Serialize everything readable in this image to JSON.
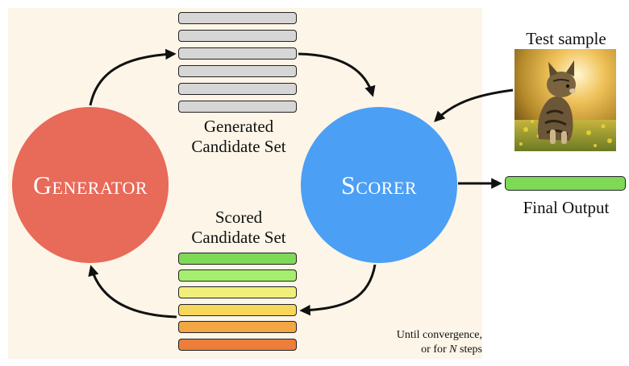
{
  "generator": {
    "label": "Generator"
  },
  "scorer": {
    "label": "Scorer"
  },
  "generated_set": {
    "label_line1": "Generated",
    "label_line2": "Candidate Set",
    "bar_colors": [
      "#d6d6d6",
      "#d6d6d6",
      "#d6d6d6",
      "#d6d6d6",
      "#d6d6d6",
      "#d6d6d6"
    ]
  },
  "scored_set": {
    "label_line1": "Scored",
    "label_line2": "Candidate Set",
    "bar_colors": [
      "#7ed957",
      "#a6ef6e",
      "#f1ef7a",
      "#f7d65a",
      "#f2a644",
      "#ec7e3a"
    ]
  },
  "test_sample": {
    "label": "Test sample",
    "icon": "kitten-photo"
  },
  "final_output": {
    "label": "Final Output",
    "bar_color": "#7ed957"
  },
  "loop_note": {
    "line1": "Until convergence,",
    "line2_prefix": "or for ",
    "line2_var": "N",
    "line2_suffix": " steps"
  },
  "colors": {
    "generator": "#e86a59",
    "scorer": "#4b9ff5",
    "panel": "#fcf5e8"
  }
}
